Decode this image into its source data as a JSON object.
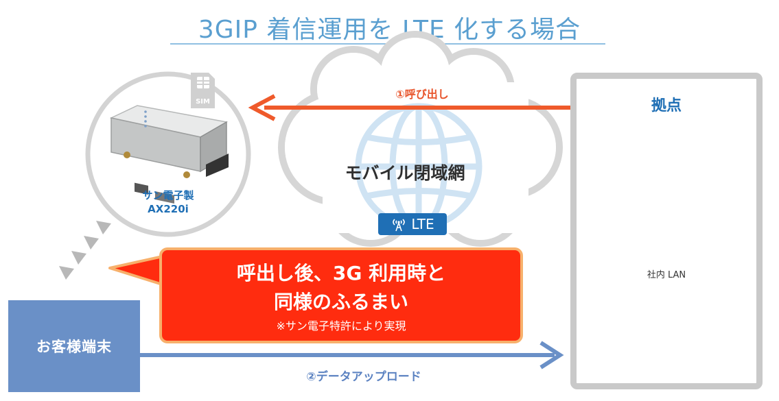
{
  "title": "3GIP 着信運用を LTE 化する場合",
  "router": {
    "sim_label": "SIM",
    "name": "サン電子製",
    "model": "AX220i"
  },
  "network": {
    "cloud_label": "モバイル閉域網",
    "badge_label": "LTE"
  },
  "call_arrow": {
    "label": "①呼び出し",
    "color": "#e8552c"
  },
  "site": {
    "label": "拠点",
    "lan_label": "社内 LAN"
  },
  "terminal": {
    "label": "お客様端末"
  },
  "upload_arrow": {
    "label": "②データアップロード",
    "color": "#5b82c1"
  },
  "callout": {
    "line1": "呼出し後、3G 利用時と",
    "line2": "同様のふるまい",
    "note": "※サン電子特許により実現"
  },
  "colors": {
    "title": "#5a9fd0",
    "accent_blue": "#1f6fb5",
    "callout_red": "#ff2c0f",
    "terminal_blue": "#6a90c7"
  }
}
